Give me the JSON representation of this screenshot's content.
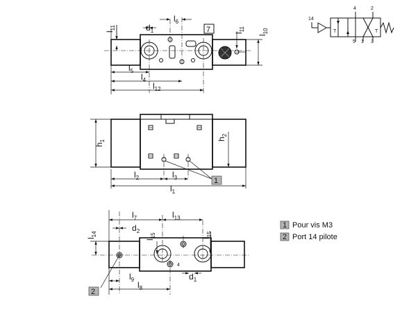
{
  "top_view": {
    "dims": {
      "l11": {
        "main": "l",
        "sub": "11"
      },
      "d1": {
        "main": "d",
        "sub": "1"
      },
      "l6": {
        "main": "l",
        "sub": "6"
      },
      "l10": {
        "main": "l",
        "sub": "10"
      },
      "l5": {
        "main": "l",
        "sub": "5"
      },
      "l4": {
        "main": "l",
        "sub": "4"
      },
      "l12": {
        "main": "l",
        "sub": "12"
      }
    },
    "view_number": "7"
  },
  "side_view": {
    "dims": {
      "h1": {
        "main": "h",
        "sub": "1"
      },
      "h2": {
        "main": "h",
        "sub": "2"
      },
      "l2": {
        "main": "l",
        "sub": "2"
      },
      "l3": {
        "main": "l",
        "sub": "3"
      },
      "l1": {
        "main": "l",
        "sub": "1"
      }
    },
    "callout": "1"
  },
  "bottom_view": {
    "dims": {
      "l7": {
        "main": "l",
        "sub": "7"
      },
      "d2": {
        "main": "d",
        "sub": "2"
      },
      "l13": {
        "main": "l",
        "sub": "13"
      },
      "l14": {
        "main": "l",
        "sub": "14"
      },
      "l15a": {
        "main": "l",
        "sub": "15"
      },
      "l15b": {
        "main": "l",
        "sub": "15"
      },
      "l9": {
        "main": "l",
        "sub": "9"
      },
      "l8": {
        "main": "l",
        "sub": "8"
      },
      "d1": {
        "main": "d",
        "sub": "1"
      }
    },
    "callout": "2"
  },
  "symbol": {
    "pilot_port": "14",
    "top_ports": [
      "4",
      "2"
    ],
    "bottom_ports": [
      "5",
      "1",
      "3"
    ]
  },
  "legend": [
    {
      "num": "1",
      "text": "Pour vis M3"
    },
    {
      "num": "2",
      "text": "Port 14 pilote"
    }
  ]
}
